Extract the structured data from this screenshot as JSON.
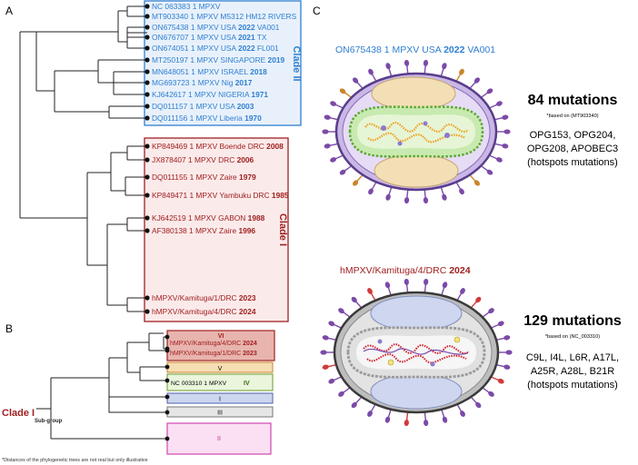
{
  "panels": {
    "a": "A",
    "b": "B",
    "c": "C"
  },
  "panel_a": {
    "clade2": {
      "label": "Clade II",
      "leaves": [
        {
          "pre": "NC 063383 1 MPXV",
          "bold": ""
        },
        {
          "pre": "MT903340 1 MPXV M5312 HM12 RIVERS",
          "bold": ""
        },
        {
          "pre": "ON675438 1 MPXV USA ",
          "bold": "2022",
          "post": " VA001"
        },
        {
          "pre": "ON676707 1 MPXV USA ",
          "bold": "2021",
          "post": " TX"
        },
        {
          "pre": "ON674051 1 MPXV USA ",
          "bold": "2022",
          "post": " FL001"
        },
        {
          "pre": "MT250197 1 MPXV SINGAPORE ",
          "bold": "2019"
        },
        {
          "pre": "MN648051 1 MPXV ISRAEL ",
          "bold": "2018"
        },
        {
          "pre": "MG693723 1 MPXV Nig ",
          "bold": "2017"
        },
        {
          "pre": "KJ642617 1 MPXV NIGERIA ",
          "bold": "1971"
        },
        {
          "pre": "DQ011157 1 MPXV USA ",
          "bold": "2003"
        },
        {
          "pre": "DQ011156 1 MPXV Liberia ",
          "bold": "1970"
        }
      ]
    },
    "clade1": {
      "label": "Clade I",
      "leaves": [
        {
          "pre": "KP849469 1 MPXV Boende DRC ",
          "bold": "2008"
        },
        {
          "pre": "JX878407 1 MPXV DRC ",
          "bold": "2006"
        },
        {
          "pre": "DQ011155 1 MPXV Zaire ",
          "bold": "1979"
        },
        {
          "pre": "KP849471 1 MPXV Yambuku DRC ",
          "bold": "1985"
        },
        {
          "pre": "KJ642519 1 MPXV GABON ",
          "bold": "1988"
        },
        {
          "pre": "AF380138 1 MPXV Zaire ",
          "bold": "1996"
        },
        {
          "pre": "hMPXV/Kamituga/1/DRC ",
          "bold": "2023"
        },
        {
          "pre": "hMPXV/Kamituga/4/DRC ",
          "bold": "2024"
        }
      ]
    }
  },
  "panel_b": {
    "clade_label": "Clade I",
    "subgroup_label": "Sub-group",
    "groups": {
      "vi": {
        "label": "VI",
        "leaves": [
          {
            "pre": "hMPXV/Kamituga/4/DRC ",
            "bold": "2024"
          },
          {
            "pre": "hMPXV/Kamituga/1/DRC ",
            "bold": "2023"
          }
        ]
      },
      "v": {
        "label": "V"
      },
      "iv": {
        "label": "IV",
        "leaf": "NC 003310 1 MPXV"
      },
      "i": {
        "label": "I"
      },
      "iii": {
        "label": "III"
      },
      "ii": {
        "label": "II"
      }
    }
  },
  "footnote": "*Distances of the phylogenetic trees are not real but only illustrative",
  "panel_c": {
    "top": {
      "strain": {
        "pre": "ON675438 1 MPXV USA ",
        "bold": "2022",
        "post": " VA001"
      },
      "mutations": "84 mutations",
      "based_on": "*based on (MT903340)",
      "hotspots": [
        "OPG153, OPG204,",
        "OPG208, APOBEC3",
        "(hotspots mutations)"
      ]
    },
    "bottom": {
      "strain": {
        "pre": "hMPXV/Kamituga/4/DRC ",
        "bold": "2024"
      },
      "mutations": "129 mutations",
      "based_on": "*based on (NC_003310)",
      "hotspots": [
        "C9L, I4L, L6R, A17L,",
        "A25R, A28L, B21R",
        "(hotspots mutations)"
      ]
    }
  },
  "colors": {
    "clade2": "#2f7fd1",
    "clade2_fill": "#e8f1fb",
    "clade1": "#a02020",
    "clade1_fill": "#fbeaea",
    "tree": "#222222",
    "spike": "#7b4aa8",
    "spike_orange": "#c9862b",
    "spike_red": "#d23a3a"
  }
}
